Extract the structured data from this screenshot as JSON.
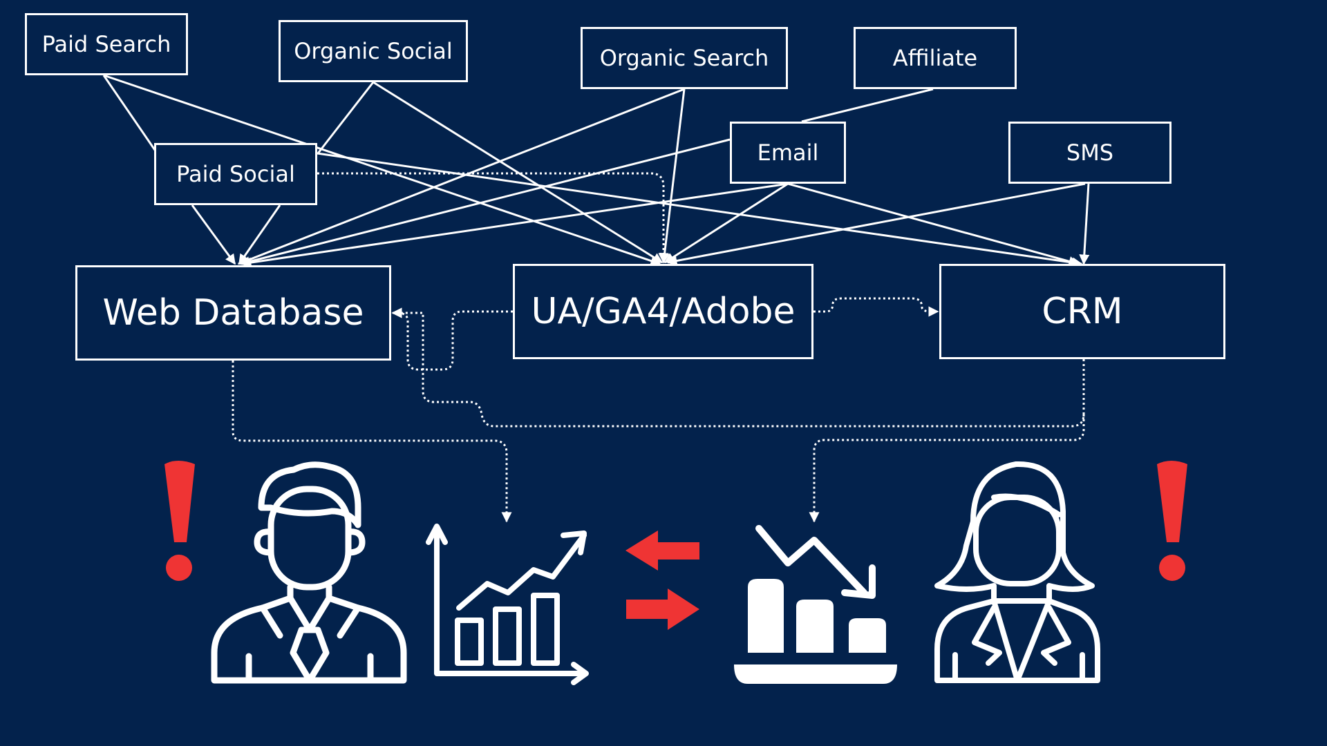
{
  "colors": {
    "background": "#03224c",
    "line": "#ffffff",
    "alert": "#ef3434"
  },
  "nodes": {
    "paid_search": "Paid Search",
    "organic_social": "Organic Social",
    "organic_search": "Organic Search",
    "affiliate": "Affiliate",
    "paid_social": "Paid Social",
    "email": "Email",
    "sms": "SMS",
    "web_database": "Web Database",
    "ua_ga4_adobe": "UA/GA4/Adobe",
    "crm": "CRM"
  },
  "icons": [
    "exclamation-icon",
    "businessman-icon",
    "growth-chart-icon",
    "swap-arrows-icon",
    "decline-chart-icon",
    "businesswoman-icon",
    "exclamation-icon"
  ]
}
